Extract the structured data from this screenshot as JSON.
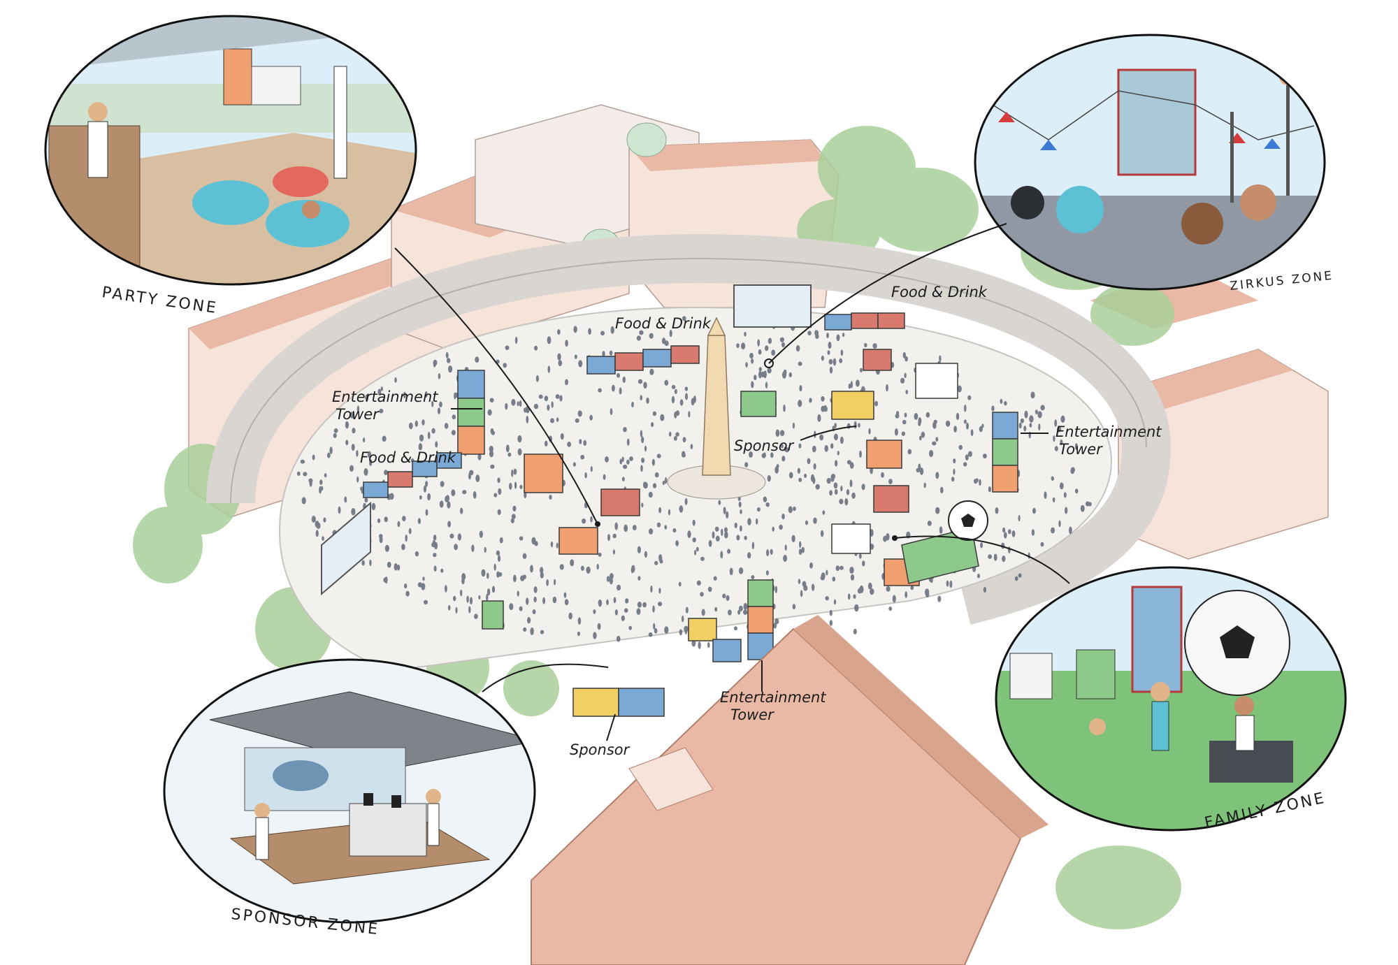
{
  "labels": {
    "entertainment_tower_left_l1": "Entertainment",
    "entertainment_tower_left_l2": "Tower",
    "food_drink_left": "Food & Drink",
    "food_drink_center": "Food & Drink",
    "food_drink_right": "Food & Drink",
    "sponsor_center": "Sponsor",
    "entertainment_tower_right_l1": "Entertainment",
    "entertainment_tower_right_l2": "Tower",
    "entertainment_tower_bottom_l1": "Entertainment",
    "entertainment_tower_bottom_l2": "Tower",
    "sponsor_bottom": "Sponsor"
  },
  "zones": {
    "party": "PARTY ZONE",
    "zirkus": "ZIRKUS ZONE",
    "family": "FAMILY ZONE",
    "sponsor": "SPONSOR ZONE"
  },
  "colors": {
    "roof": "#e9b9a5",
    "building": "#f6e3da",
    "trees": "#a9cf9a",
    "plaza": "#f2f1ee",
    "road": "#ebe9e6",
    "crowd": "#5a6270",
    "container_blue": "#7aa9d6",
    "container_orange": "#f0a070",
    "container_green": "#8cc98a",
    "container_yellow": "#f1cf63",
    "container_red": "#d97a6e",
    "sky": "#dceef8",
    "frame": "#111111"
  }
}
